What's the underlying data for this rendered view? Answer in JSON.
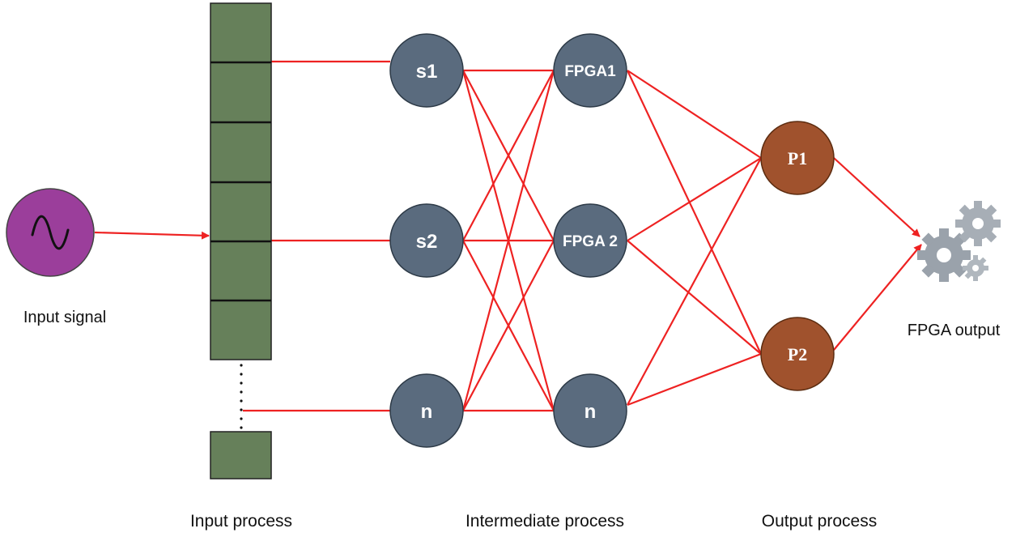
{
  "colors": {
    "input_signal_fill": "#9b3e9b",
    "buffer_fill": "#66805a",
    "stage_node_fill": "#5a6b7e",
    "output_node_fill": "#a0522d",
    "connection": "#ee2222",
    "gear": "#9aa2ab"
  },
  "input_signal": {
    "label": "Input signal",
    "icon": "sine-wave-icon"
  },
  "input_buffer": {
    "ellipsis_icon": "vertical-dots-icon"
  },
  "stage1_nodes": [
    {
      "id": "s1",
      "label": "s1"
    },
    {
      "id": "s2",
      "label": "s2"
    },
    {
      "id": "sn",
      "label": "n"
    }
  ],
  "stage2_nodes": [
    {
      "id": "fpga1",
      "label": "FPGA1"
    },
    {
      "id": "fpga2",
      "label": "FPGA 2"
    },
    {
      "id": "fpgan",
      "label": "n"
    }
  ],
  "output_nodes": [
    {
      "id": "p1",
      "label": "P1"
    },
    {
      "id": "p2",
      "label": "P2"
    }
  ],
  "output": {
    "label": "FPGA output",
    "icon": "gears-icon"
  },
  "section_labels": {
    "input": "Input process",
    "intermediate": "Intermediate process",
    "output": "Output process"
  }
}
